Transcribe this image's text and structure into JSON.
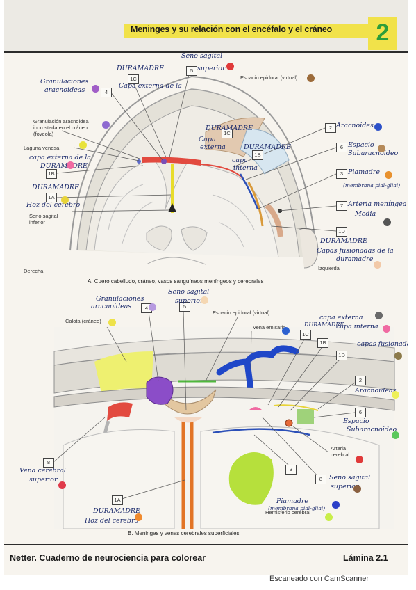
{
  "header": {
    "title": "Meninges y su relación con el encéfalo y el cráneo",
    "chapter": "2"
  },
  "fig_a": {
    "caption": "A. Cuero cabelludo, cráneo, vasos sanguíneos meníngeos y cerebrales",
    "nums": {
      "n5": "5",
      "n1c": "1C",
      "n4": "4",
      "n1c2": "1C",
      "n1b": "1B",
      "n2": "2",
      "n6": "6",
      "n3": "3",
      "n7": "7",
      "n1d": "1D",
      "n1b2": "1B",
      "n1a": "1A"
    },
    "printed": {
      "epidural": "Espacio epidural (virtual)",
      "granulation_1": "Granulación aracnoidea",
      "granulation_2": "incrustada en el cráneo",
      "granulation_3": "(foveola)",
      "laguna": "Laguna venosa",
      "seno_inferior_1": "Seno sagital",
      "seno_inferior_2": "inferior",
      "derecha": "Derecha",
      "izquierda": "Izquierda"
    },
    "hand": {
      "seno_sagital_1": "Seno sagital",
      "seno_sagital_2": "superior",
      "duramadre_top": "DURAMADRE",
      "capa_externa_top": "Capa externa de la",
      "granulaciones_1": "Granulaciones",
      "granulaciones_2": "aracnoideas",
      "duramadre_mid": "DURAMADRE",
      "capa_mid_1": "Capa",
      "capa_mid_2": "externa",
      "duramadre_right": "DURAMADRE",
      "capa_interna_1": "capa",
      "capa_interna_2": "interna",
      "capa_externa_left_1": "capa externa de la",
      "capa_externa_left_2": "DURAMADRE",
      "duramadre_1a": "DURAMADRE",
      "hoz_cerebro": "Hoz del cerebro",
      "aracnoides": "Aracnoides",
      "espacio_1": "Espacio",
      "espacio_2": "Subaracnoideo",
      "piamadre": "Piamadre",
      "membrana": "(membrana pial-glial)",
      "arteria_1": "Arteria meníngea",
      "arteria_2": "Media",
      "fusion_1": "DURAMADRE",
      "fusion_2": "Capas fusionadas de la",
      "fusion_3": "duramadre"
    }
  },
  "fig_b": {
    "caption": "B. Meninges y venas cerebrales superficiales",
    "nums": {
      "n4": "4",
      "n5": "5",
      "n1c": "1C",
      "n1b": "1B",
      "n1d": "1D",
      "n2": "2",
      "n6": "6",
      "n8r": "8",
      "n3": "3",
      "n8l": "8",
      "n1a": "1A"
    },
    "printed": {
      "calota": "Calota (cráneo)",
      "epidural": "Espacio epidural (virtual)",
      "emisaria": "Vena emisaria",
      "arteria_1": "Arteria",
      "arteria_2": "cerebral",
      "hemisferio": "Hemisferio cerebral"
    },
    "hand": {
      "granulaciones_1": "Granulaciones",
      "granulaciones_2": "aracnoideas",
      "seno_1": "Seno sagital",
      "seno_2": "superior",
      "capa_externa": "capa externa",
      "capa_interna": "capa interna",
      "duramadre": "DURAMADRE",
      "capas_fusionadas": "capas fusionadas",
      "aracnoideas": "Aracnoideas",
      "espacio_1": "Espacio",
      "espacio_2": "Subaracnoideo",
      "seno_right_1": "Seno sagital",
      "seno_right_2": "superior",
      "piamadre": "Piamadre",
      "membrana": "(membrana pial-glial)",
      "vena_1": "Vena cerebral",
      "vena_2": "superior",
      "duramadre_1a": "DURAMADRE",
      "hoz": "Hoz del cerebro"
    }
  },
  "footer": {
    "book": "Netter. Cuaderno de neurociencia para colorear",
    "plate": "Lámina 2.1"
  },
  "scan_note": "Escaneado con CamScanner",
  "colors": {
    "title_highlight": "#f1e24a",
    "chapter_number": "#2b9e3a",
    "handwriting": "#1b2a6b"
  }
}
